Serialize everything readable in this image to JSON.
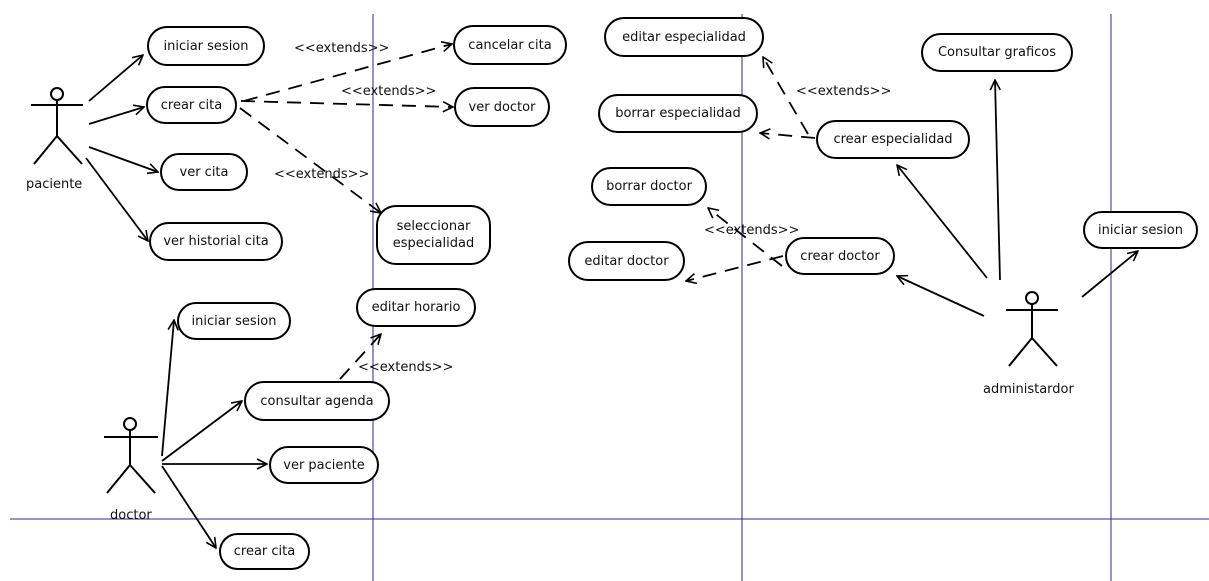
{
  "actors": [
    {
      "id": "paciente",
      "name": "paciente"
    },
    {
      "id": "doctor",
      "name": "doctor"
    },
    {
      "id": "admin",
      "name": "administardor"
    }
  ],
  "use_cases": [
    {
      "id": "p_login",
      "label": "iniciar sesion"
    },
    {
      "id": "p_crear",
      "label": "crear cita"
    },
    {
      "id": "p_vercita",
      "label": "ver cita"
    },
    {
      "id": "p_hist",
      "label": "ver historial cita"
    },
    {
      "id": "p_cancel",
      "label": "cancelar cita"
    },
    {
      "id": "p_verdoc",
      "label": "ver doctor"
    },
    {
      "id": "p_selesp",
      "label": "seleccionar especialidad"
    },
    {
      "id": "d_login",
      "label": "iniciar sesion"
    },
    {
      "id": "d_edith",
      "label": "editar horario"
    },
    {
      "id": "d_agenda",
      "label": "consultar agenda"
    },
    {
      "id": "d_verpac",
      "label": "ver paciente"
    },
    {
      "id": "d_crear",
      "label": "crear cita"
    },
    {
      "id": "a_editesp",
      "label": "editar especialidad"
    },
    {
      "id": "a_borresp",
      "label": "borrar especialidad"
    },
    {
      "id": "a_crearesp",
      "label": "crear especialidad"
    },
    {
      "id": "a_borrdoc",
      "label": "borrar doctor"
    },
    {
      "id": "a_editdoc",
      "label": "editar doctor"
    },
    {
      "id": "a_creardoc",
      "label": "crear doctor"
    },
    {
      "id": "a_graf",
      "label": "Consultar graficos"
    },
    {
      "id": "a_login",
      "label": "iniciar sesion"
    }
  ],
  "relation_labels": [
    {
      "id": "ext1",
      "text": "<<extends>>"
    },
    {
      "id": "ext2",
      "text": "<<extends>>"
    },
    {
      "id": "ext3",
      "text": "<<extends>>"
    },
    {
      "id": "ext4",
      "text": "<<extends>>"
    },
    {
      "id": "ext5",
      "text": "<<extends>>"
    },
    {
      "id": "ext6",
      "text": "<<extends>>"
    }
  ],
  "colors": {
    "line": "#000000",
    "grid": "#2b2b8a",
    "background": "#ffffff"
  }
}
